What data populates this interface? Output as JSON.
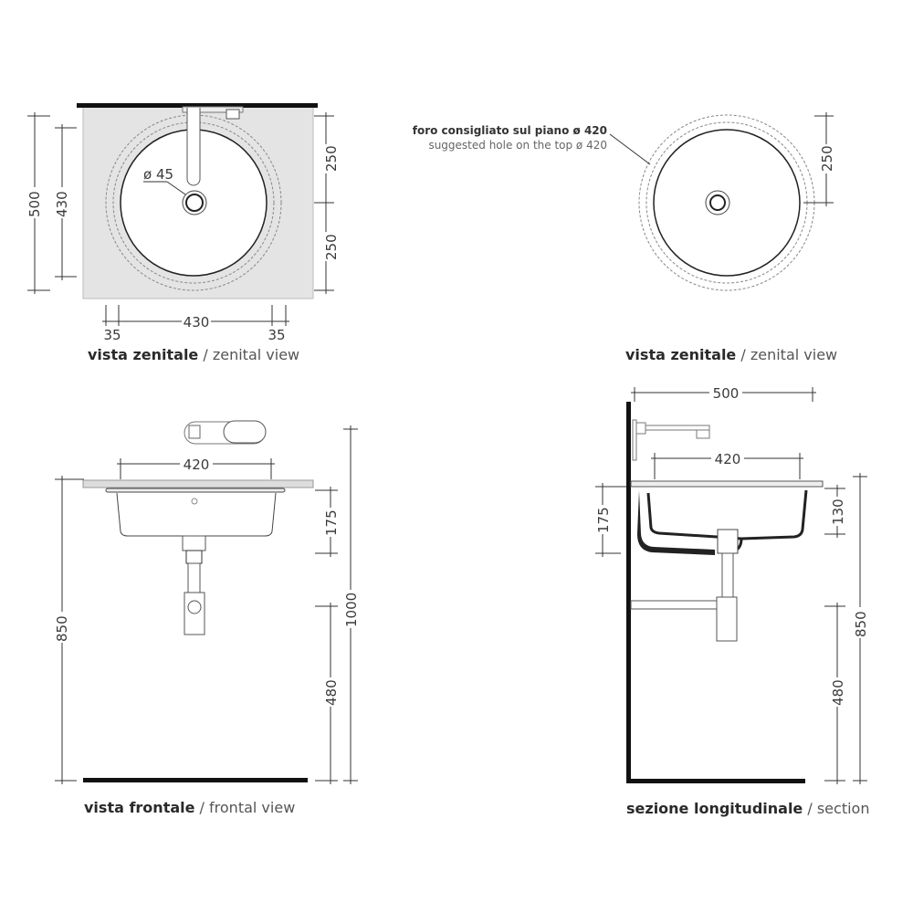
{
  "zenital_left": {
    "dims": {
      "total_depth": "500",
      "inner_depth": "430",
      "half_top": "250",
      "half_bottom": "250",
      "width": "430",
      "margin_left": "35",
      "margin_right": "35",
      "drain": "ø 45"
    },
    "caption_it": "vista zenitale",
    "caption_sep": " / ",
    "caption_en": "zenital view"
  },
  "zenital_right": {
    "note_it": "foro consigliato sul piano ø 420",
    "note_en": "suggested hole on the top ø 420",
    "dims": {
      "half": "250"
    },
    "caption_it": "vista zenitale",
    "caption_sep": " / ",
    "caption_en": "zenital view"
  },
  "frontal": {
    "dims": {
      "width": "420",
      "height": "175",
      "counter_height": "850",
      "faucet_height": "1000",
      "drain_height": "480"
    },
    "caption_it": "vista frontale",
    "caption_sep": " / ",
    "caption_en": "frontal view"
  },
  "section": {
    "dims": {
      "depth": "500",
      "width": "420",
      "height_left": "175",
      "height_right": "130",
      "counter_height": "850",
      "drain_height": "480"
    },
    "caption_it": "sezione longitudinale",
    "caption_sep": " / ",
    "caption_en": "section"
  }
}
